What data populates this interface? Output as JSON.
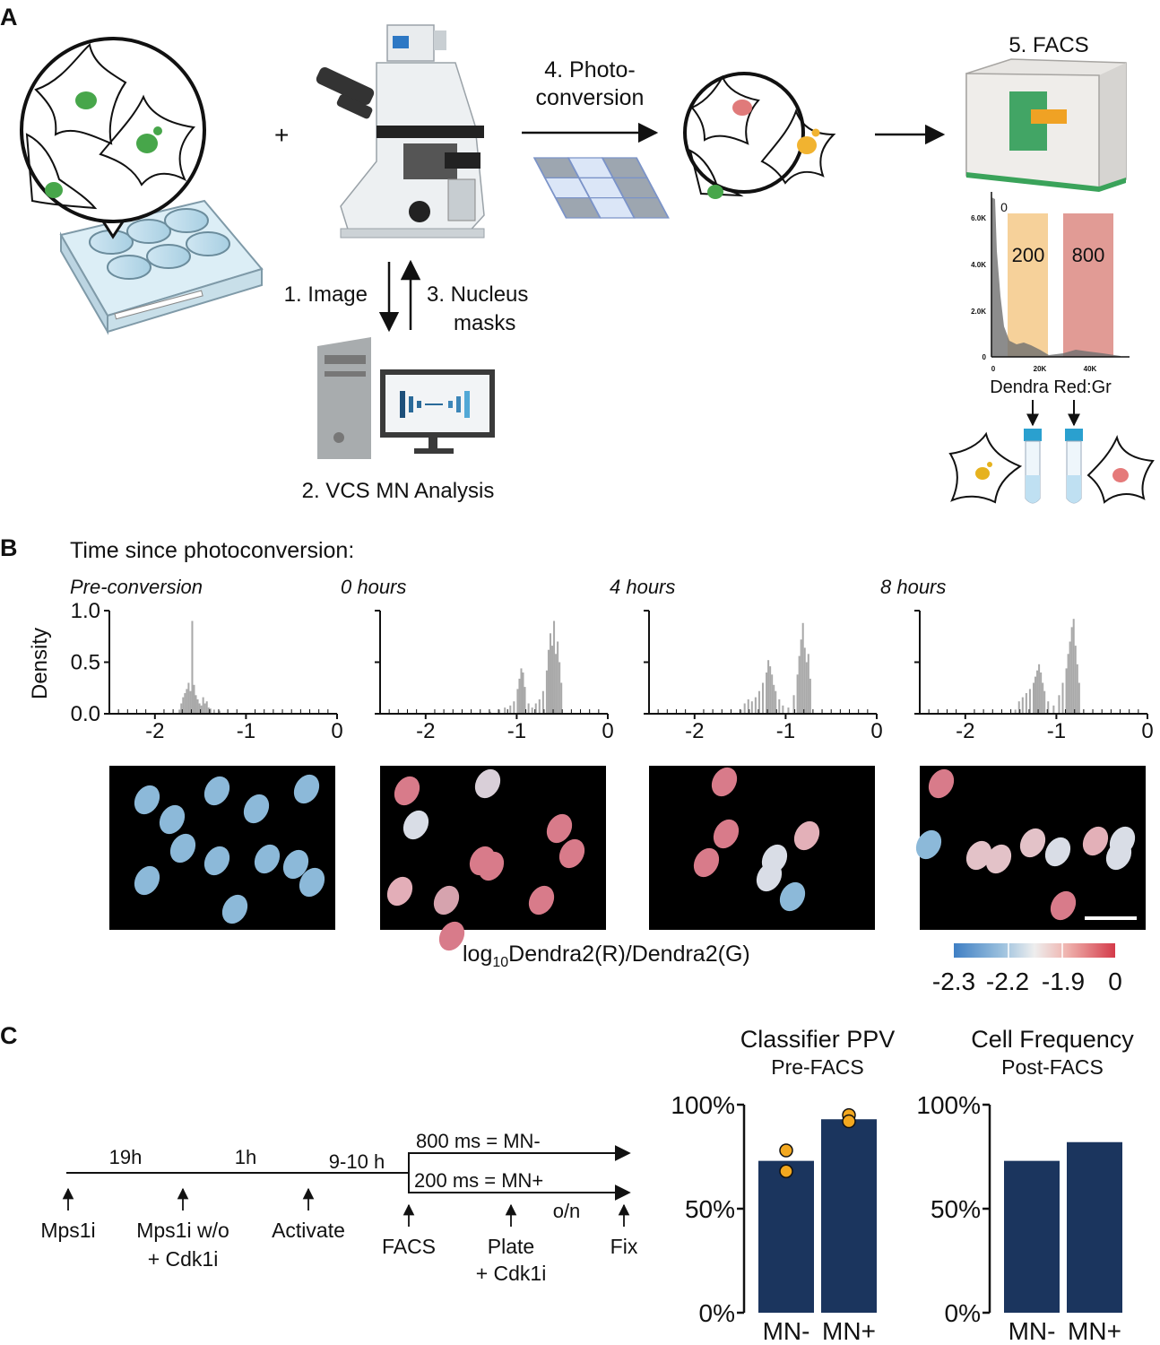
{
  "panel_a": {
    "label": "A",
    "plus": "+",
    "step1": "1. Image",
    "step2": "2. VCS MN Analysis",
    "step3_line1": "3. Nucleus",
    "step3_line2": "masks",
    "step4_line1": "4. Photo-",
    "step4_line2": "conversion",
    "step5": "5. FACS",
    "facs_plot": {
      "y_ticks": [
        "6.0K",
        "4.0K",
        "2.0K",
        "0"
      ],
      "x_ticks": [
        "0",
        "20K",
        "40K"
      ],
      "gates": [
        "0",
        "200",
        "800"
      ],
      "xlabel": "Dendra Red:Gr",
      "colors": {
        "gate_200": "#f6d19a",
        "gate_800": "#dc8a82",
        "histogram": "#777777"
      }
    }
  },
  "panel_b": {
    "label": "B",
    "heading": "Time since photoconversion:",
    "ylabel": "Density",
    "shared_xlabel_main": "log",
    "shared_xlabel_sub": "10",
    "shared_xlabel_rest": "Dendra2(R)/Dendra2(G)",
    "colorbar_ticks": [
      "-2.3",
      "-2.2",
      "-1.9",
      "0"
    ],
    "colorbar_colors": [
      "#4a8cc9",
      "#9fc3df",
      "#ececec",
      "#f0b8b4",
      "#d4424e"
    ],
    "charts": [
      {
        "title": "Pre-conversion",
        "type": "bar",
        "xlim": [
          -2.5,
          0
        ],
        "ylim": [
          0,
          1.0
        ],
        "x_ticks": [
          "-2",
          "-1",
          "0"
        ],
        "y_ticks": [
          "1.0",
          "0.5",
          "0.0"
        ],
        "bins": [
          [
            -1.74,
            0.04
          ],
          [
            -1.72,
            0.1
          ],
          [
            -1.7,
            0.16
          ],
          [
            -1.68,
            0.2
          ],
          [
            -1.66,
            0.24
          ],
          [
            -1.64,
            0.3
          ],
          [
            -1.62,
            0.22
          ],
          [
            -1.6,
            0.9
          ],
          [
            -1.58,
            0.28
          ],
          [
            -1.56,
            0.18
          ],
          [
            -1.54,
            0.14
          ],
          [
            -1.52,
            0.1
          ],
          [
            -1.5,
            0.08
          ],
          [
            -1.48,
            0.16
          ],
          [
            -1.46,
            0.1
          ],
          [
            -1.44,
            0.12
          ],
          [
            -1.42,
            0.06
          ],
          [
            -1.4,
            0.05
          ],
          [
            -1.36,
            0.04
          ],
          [
            -1.3,
            0.03
          ]
        ]
      },
      {
        "title": "0 hours",
        "type": "bar",
        "xlim": [
          -2.5,
          0
        ],
        "ylim": [
          0,
          1.0
        ],
        "x_ticks": [
          "-2",
          "-1",
          "0"
        ],
        "y_ticks": [],
        "bins": [
          [
            -1.3,
            0.02
          ],
          [
            -1.2,
            0.04
          ],
          [
            -1.14,
            0.06
          ],
          [
            -1.08,
            0.08
          ],
          [
            -1.04,
            0.12
          ],
          [
            -1.0,
            0.24
          ],
          [
            -0.98,
            0.34
          ],
          [
            -0.96,
            0.44
          ],
          [
            -0.94,
            0.4
          ],
          [
            -0.92,
            0.26
          ],
          [
            -0.88,
            0.1
          ],
          [
            -0.84,
            0.06
          ],
          [
            -0.8,
            0.1
          ],
          [
            -0.76,
            0.14
          ],
          [
            -0.72,
            0.22
          ],
          [
            -0.68,
            0.42
          ],
          [
            -0.66,
            0.62
          ],
          [
            -0.64,
            0.78
          ],
          [
            -0.62,
            0.66
          ],
          [
            -0.6,
            0.9
          ],
          [
            -0.58,
            0.58
          ],
          [
            -0.56,
            0.7
          ],
          [
            -0.54,
            0.5
          ],
          [
            -0.52,
            0.3
          ]
        ]
      },
      {
        "title": "4 hours",
        "type": "bar",
        "xlim": [
          -2.5,
          0
        ],
        "ylim": [
          0,
          1.0
        ],
        "x_ticks": [
          "-2",
          "-1",
          "0"
        ],
        "y_ticks": [],
        "bins": [
          [
            -1.5,
            0.04
          ],
          [
            -1.46,
            0.1
          ],
          [
            -1.42,
            0.14
          ],
          [
            -1.38,
            0.12
          ],
          [
            -1.34,
            0.16
          ],
          [
            -1.3,
            0.22
          ],
          [
            -1.26,
            0.3
          ],
          [
            -1.22,
            0.4
          ],
          [
            -1.2,
            0.52
          ],
          [
            -1.18,
            0.46
          ],
          [
            -1.16,
            0.38
          ],
          [
            -1.14,
            0.28
          ],
          [
            -1.12,
            0.22
          ],
          [
            -1.08,
            0.14
          ],
          [
            -1.04,
            0.08
          ],
          [
            -0.98,
            0.06
          ],
          [
            -0.92,
            0.18
          ],
          [
            -0.88,
            0.38
          ],
          [
            -0.86,
            0.56
          ],
          [
            -0.84,
            0.72
          ],
          [
            -0.82,
            0.88
          ],
          [
            -0.8,
            0.64
          ],
          [
            -0.78,
            0.5
          ],
          [
            -0.76,
            0.58
          ],
          [
            -0.74,
            0.34
          ]
        ]
      },
      {
        "title": "8 hours",
        "type": "bar",
        "xlim": [
          -2.5,
          0
        ],
        "ylim": [
          0,
          1.0
        ],
        "x_ticks": [
          "-2",
          "-1",
          "0"
        ],
        "y_ticks": [],
        "bins": [
          [
            -1.46,
            0.04
          ],
          [
            -1.42,
            0.12
          ],
          [
            -1.38,
            0.16
          ],
          [
            -1.34,
            0.2
          ],
          [
            -1.3,
            0.24
          ],
          [
            -1.26,
            0.3
          ],
          [
            -1.24,
            0.36
          ],
          [
            -1.22,
            0.42
          ],
          [
            -1.2,
            0.48
          ],
          [
            -1.18,
            0.4
          ],
          [
            -1.16,
            0.3
          ],
          [
            -1.14,
            0.22
          ],
          [
            -1.1,
            0.12
          ],
          [
            -1.04,
            0.08
          ],
          [
            -0.98,
            0.18
          ],
          [
            -0.94,
            0.3
          ],
          [
            -0.9,
            0.44
          ],
          [
            -0.88,
            0.58
          ],
          [
            -0.86,
            0.7
          ],
          [
            -0.84,
            0.84
          ],
          [
            -0.82,
            0.92
          ],
          [
            -0.8,
            0.66
          ],
          [
            -0.78,
            0.48
          ],
          [
            -0.76,
            0.3
          ]
        ]
      }
    ],
    "images": [
      "pre",
      "0h",
      "4h",
      "8h"
    ]
  },
  "panel_c": {
    "label": "C",
    "timeline": {
      "durations": [
        "19h",
        "1h",
        "9-10 h"
      ],
      "branch_top": "800 ms = MN-",
      "branch_bottom": "200 ms = MN+",
      "overnight": "o/n",
      "events": [
        {
          "line1": "Mps1i",
          "line2": ""
        },
        {
          "line1": "Mps1i w/o",
          "line2": "+ Cdk1i"
        },
        {
          "line1": "Activate",
          "line2": ""
        },
        {
          "line1": "FACS",
          "line2": ""
        },
        {
          "line1": "Plate",
          "line2": "+ Cdk1i"
        },
        {
          "line1": "Fix",
          "line2": ""
        }
      ]
    },
    "chart_data": [
      {
        "type": "bar",
        "title": "Classifier PPV",
        "subtitle": "Pre-FACS",
        "categories": [
          "MN-",
          "MN+"
        ],
        "values": [
          73,
          93
        ],
        "points": [
          [
            78,
            68
          ],
          [
            95,
            92
          ]
        ],
        "ylim": [
          0,
          100
        ],
        "y_ticks": [
          "100%",
          "50%",
          "0%"
        ],
        "colors": {
          "bar": "#1b355e",
          "point": "#f3a81f"
        }
      },
      {
        "type": "bar",
        "title": "Cell Frequency",
        "subtitle": "Post-FACS",
        "categories": [
          "MN-",
          "MN+"
        ],
        "values": [
          73,
          82
        ],
        "ylim": [
          0,
          100
        ],
        "y_ticks": [
          "100%",
          "50%",
          "0%"
        ],
        "colors": {
          "bar": "#1b355e"
        }
      }
    ]
  }
}
